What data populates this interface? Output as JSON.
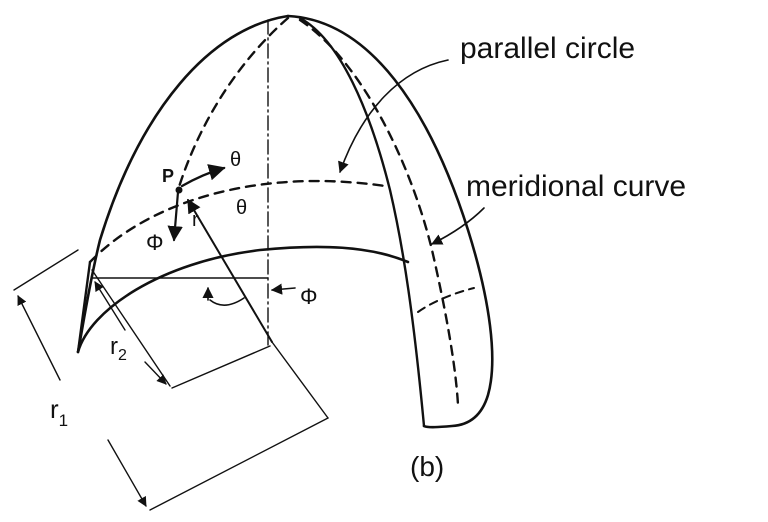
{
  "labels": {
    "parallel_circle": "parallel circle",
    "meridional_curve": "meridional curve",
    "point_p": "P",
    "theta_top": "θ",
    "theta_mid": "θ",
    "phi_left": "Φ",
    "r": "r",
    "phi_right": "Φ",
    "r2": "r",
    "r2_sub": "2",
    "r1": "r",
    "r1_sub": "1",
    "caption": "(b)"
  },
  "colors": {
    "ink": "#111111",
    "background": "#ffffff"
  }
}
